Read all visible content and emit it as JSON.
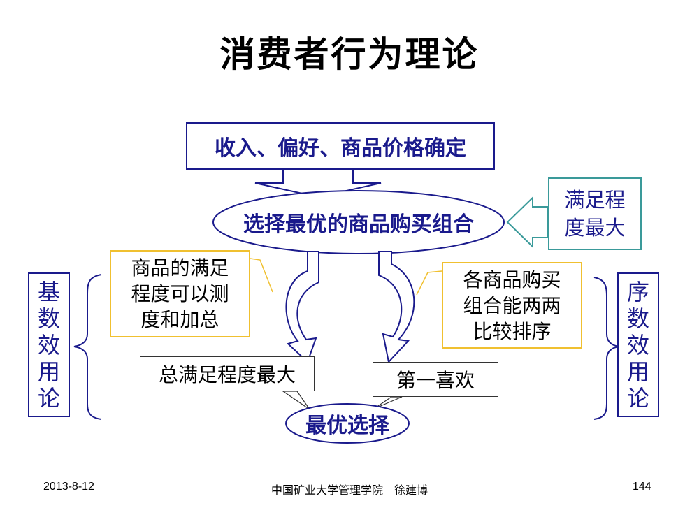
{
  "slide": {
    "title": "消费者行为理论",
    "top_box": "收入、偏好、商品价格确定",
    "center_ellipse": "选择最优的商品购买组合",
    "satisfy_box": "满足程\n度最大",
    "left_note": "商品的满足\n程度可以测\n度和加总",
    "right_note": "各商品购买\n组合能两两\n比较排序",
    "left_result": "总满足程度最大",
    "right_result": "第一喜欢",
    "bottom_ellipse": "最优选择",
    "left_side_chars": [
      "基",
      "数",
      "效",
      "用",
      "论"
    ],
    "right_side_chars": [
      "序",
      "数",
      "效",
      "用",
      "论"
    ]
  },
  "footer": {
    "date": "2013-8-12",
    "institution": "中国矿业大学管理学院　徐建博",
    "page_number": "144"
  },
  "colors": {
    "dark_blue": "#1a1a8c",
    "teal": "#3a9a9a",
    "yellow": "#f0c030",
    "arrow_fill": "#ffffff"
  }
}
